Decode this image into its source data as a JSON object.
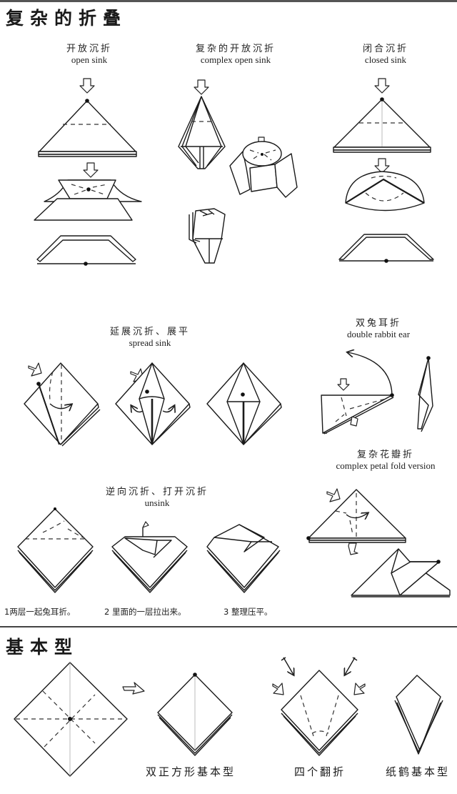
{
  "sections": {
    "complex_folds": {
      "title": "复杂的折叠"
    },
    "bases": {
      "title": "基本型"
    }
  },
  "techniques": {
    "open_sink": {
      "zh": "开放沉折",
      "en": "open sink"
    },
    "complex_open_sink": {
      "zh": "复杂的开放沉折",
      "en": "complex open sink"
    },
    "closed_sink": {
      "zh": "闭合沉折",
      "en": "closed sink"
    },
    "spread_sink": {
      "zh": "延展沉折、展平",
      "en": "spread sink"
    },
    "double_rabbit_ear": {
      "zh": "双兔耳折",
      "en": "double rabbit ear"
    },
    "complex_petal_fold": {
      "zh": "复杂花瓣折",
      "en": "complex petal fold version"
    },
    "unsink": {
      "zh": "逆向沉折、打开沉折",
      "en": "unsink"
    }
  },
  "unsink_steps": [
    {
      "label": "1两层一起兔耳折。"
    },
    {
      "label": "2 里面的一层拉出来。"
    },
    {
      "label": "3 整理压平。"
    }
  ],
  "bases": [
    {
      "label": "双正方形基本型"
    },
    {
      "label": "四个翻折"
    },
    {
      "label": "纸鹤基本型"
    }
  ]
}
